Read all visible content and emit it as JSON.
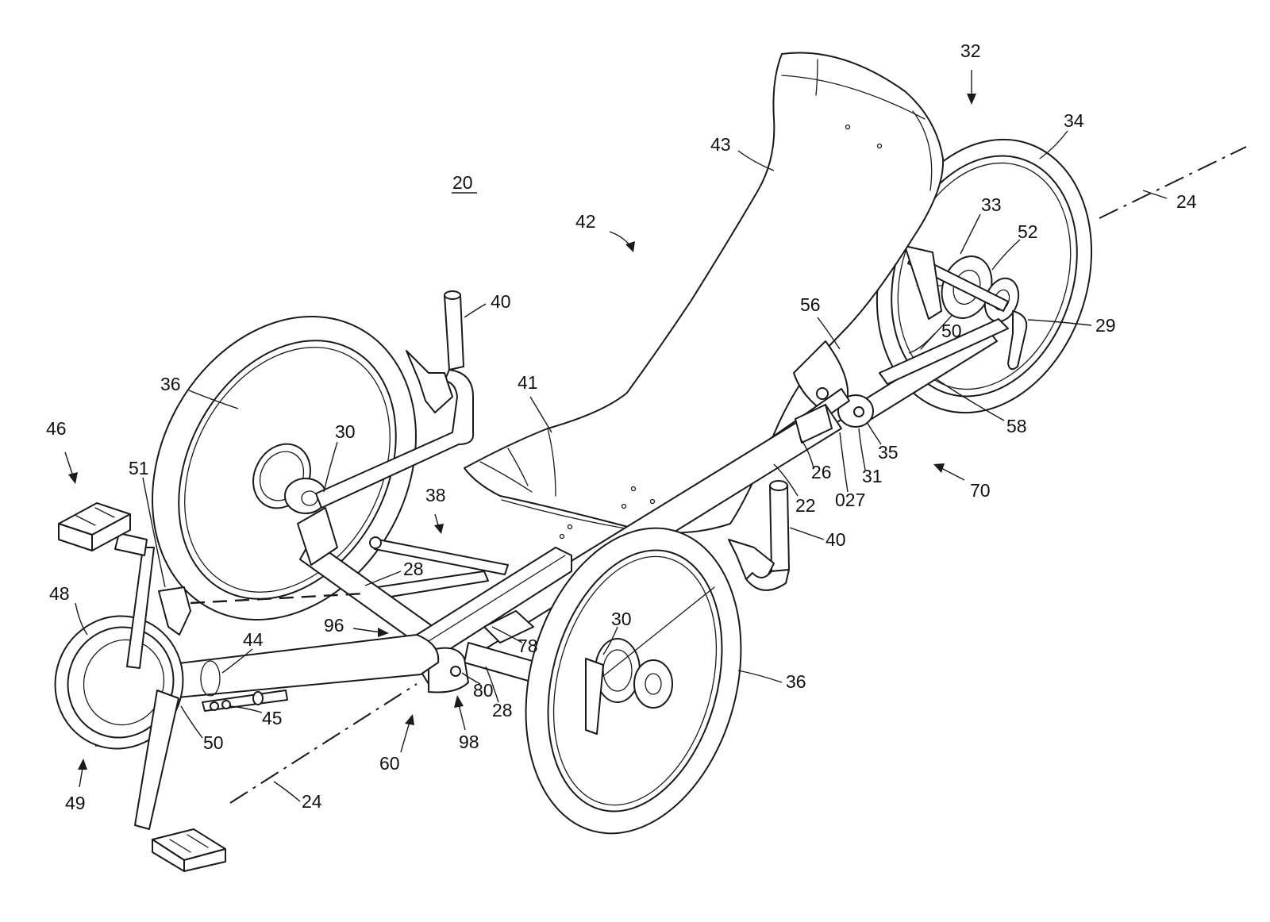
{
  "figure": {
    "reference_numerals": {
      "n20": "20",
      "n32": "32",
      "n34": "34",
      "n24_right": "24",
      "n43": "43",
      "n42": "42",
      "n33": "33",
      "n52": "52",
      "n40_top": "40",
      "n56": "56",
      "n29": "29",
      "n50_right": "50",
      "n36_left": "36",
      "n41": "41",
      "n46": "46",
      "n30_left": "30",
      "n58": "58",
      "n51": "51",
      "n38": "38",
      "n35": "35",
      "n26": "26",
      "n31": "31",
      "n70": "70",
      "n22": "22",
      "n027": "027",
      "n40_right": "40",
      "n28_upper": "28",
      "n48": "48",
      "n96": "96",
      "n30_right": "30",
      "n78": "78",
      "n44": "44",
      "n36_right": "36",
      "n80": "80",
      "n45": "45",
      "n28_lower": "28",
      "n50_left": "50",
      "n98": "98",
      "n60": "60",
      "n49": "49",
      "n24_left": "24"
    }
  }
}
